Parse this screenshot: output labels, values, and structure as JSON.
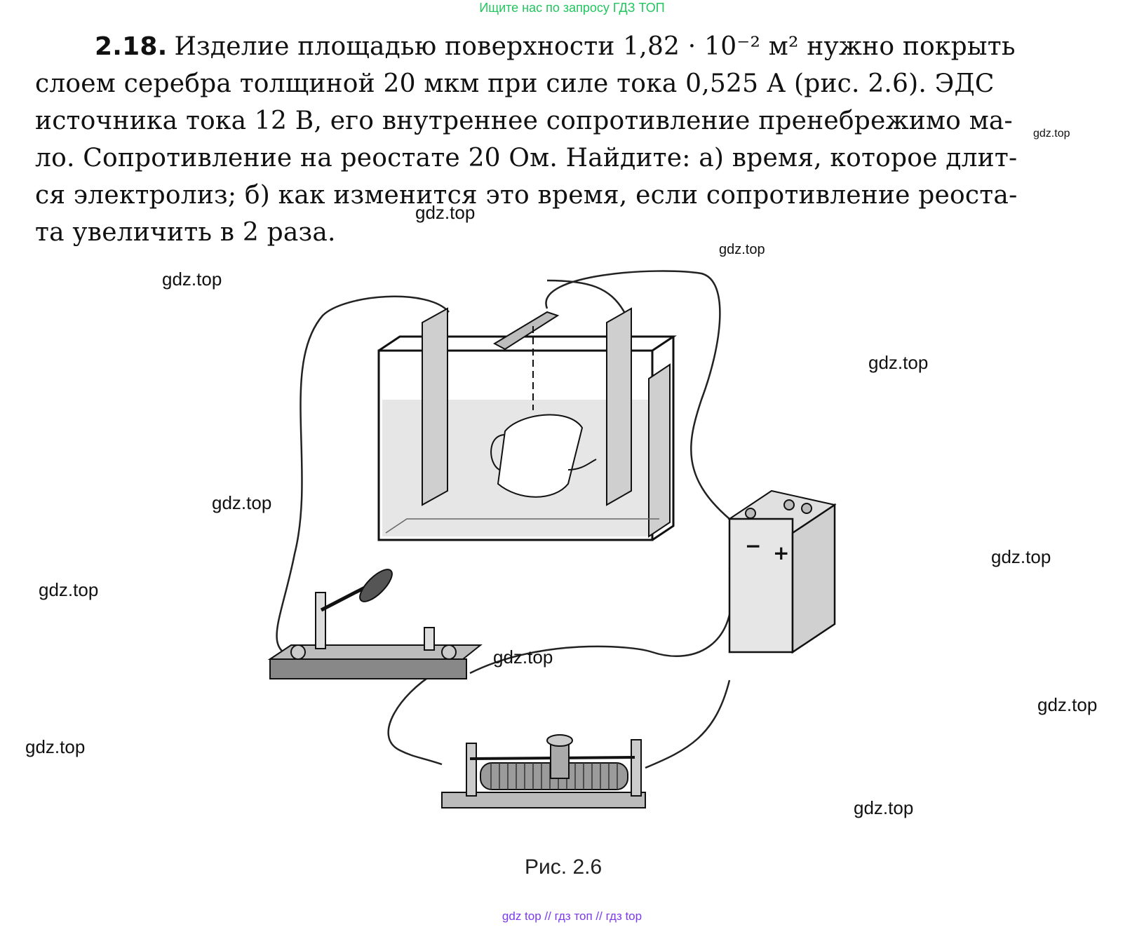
{
  "banner_top": "Ищите нас по запросу ГДЗ ТОП",
  "problem": {
    "number": "2.18.",
    "line1": "Изделие площадью поверхности 1,82 · 10⁻² м² нужно покрыть",
    "line2": "слоем серебра толщиной 20 мкм при силе тока 0,525 А (рис. 2.6). ЭДС",
    "line3": "источника тока 12 В, его внутреннее сопротивление пренебрежимо ма-",
    "line4": "ло. Сопротивление на реостате 20 Ом. Найдите: а) время, которое длит-",
    "line5": "ся электролиз; б) как изменится это время, если сопротивление реоста-",
    "line6": "та увеличить в 2 раза."
  },
  "figure": {
    "battery_minus": "−",
    "battery_plus": "+",
    "caption": "Рис. 2.6"
  },
  "watermarks": [
    "gdz.top",
    "gdz.top",
    "gdz.top",
    "gdz.top",
    "gdz.top",
    "gdz.top",
    "gdz.top",
    "gdz.top",
    "gdz.top",
    "gdz.top",
    "gdz.top",
    "gdz.top"
  ],
  "banner_bottom": "gdz top  //  гдз топ  //  гдз top",
  "colors": {
    "banner_top": "#22c55e",
    "banner_bottom": "#7c3aed"
  }
}
